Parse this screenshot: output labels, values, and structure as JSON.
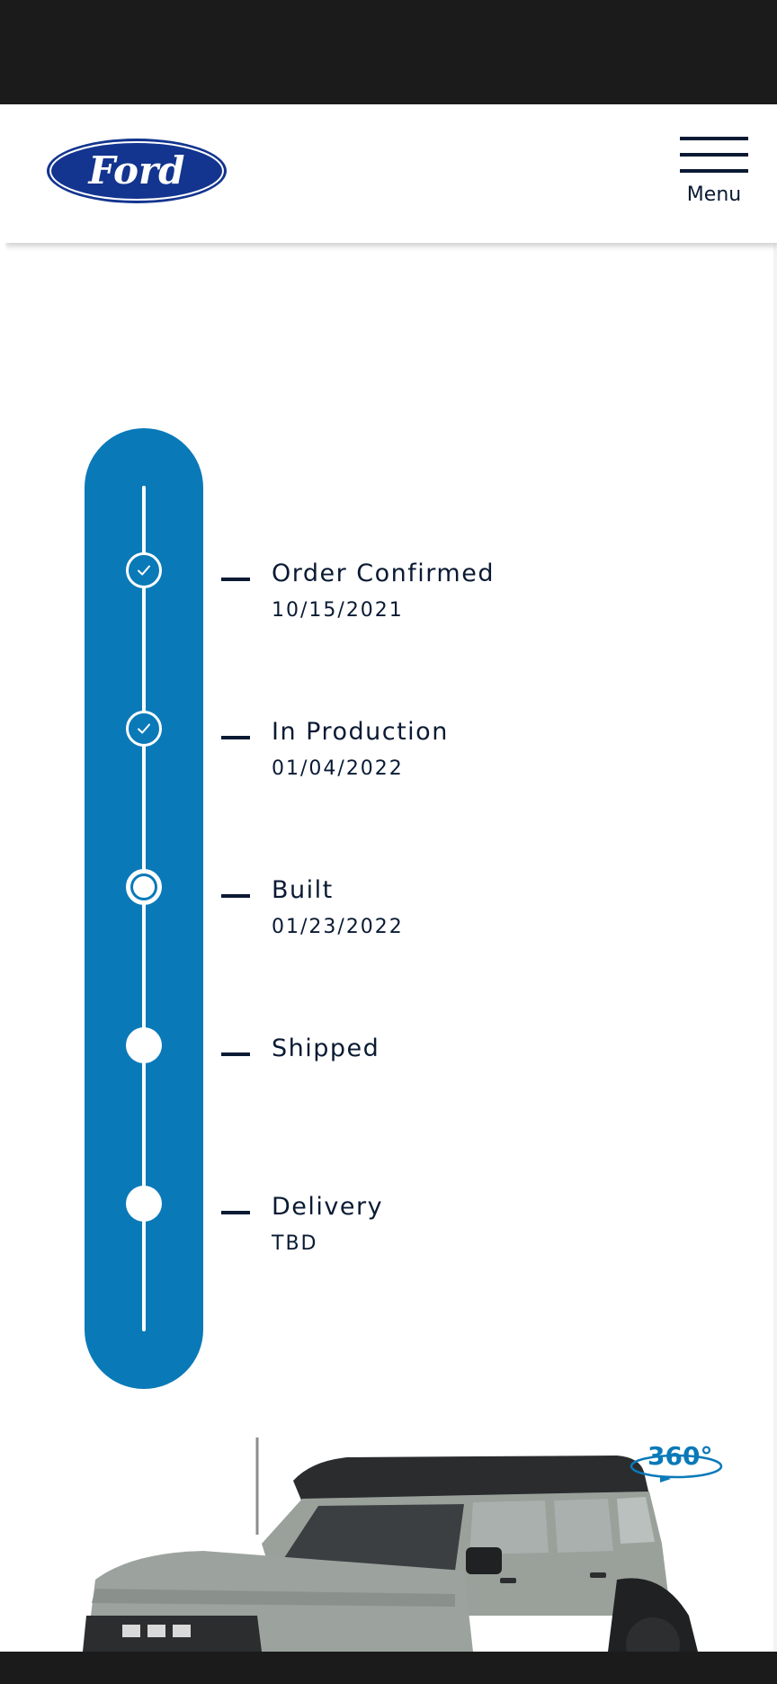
{
  "header": {
    "logo_text": "Ford",
    "menu_label": "Menu"
  },
  "tracker": {
    "steps": [
      {
        "title": "Order Confirmed",
        "date": "10/15/2021",
        "status": "complete"
      },
      {
        "title": "In Production",
        "date": "01/04/2022",
        "status": "complete"
      },
      {
        "title": "Built",
        "date": "01/23/2022",
        "status": "current"
      },
      {
        "title": "Shipped",
        "date": "",
        "status": "pending"
      },
      {
        "title": "Delivery",
        "date": "TBD",
        "status": "pending"
      }
    ]
  },
  "vehicle": {
    "view_badge": "360°"
  },
  "colors": {
    "brand_blue": "#0a79b8",
    "logo_navy": "#13348f",
    "text_navy": "#0a1a33"
  },
  "icons": {
    "logo": "ford-logo",
    "menu": "hamburger-menu-icon",
    "check": "check-icon",
    "rotate": "rotate-360-icon"
  }
}
